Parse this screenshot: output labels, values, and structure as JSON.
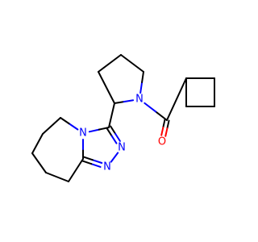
{
  "diagram": {
    "type": "skeletal-formula",
    "colors": {
      "bond": "#000000",
      "nitrogen": "#0000ff",
      "oxygen": "#ff0000"
    },
    "atoms": [
      {
        "id": "o1",
        "element": "O",
        "label": "O"
      },
      {
        "id": "n_pyr",
        "element": "N",
        "label": "N"
      },
      {
        "id": "n_fuse",
        "element": "N",
        "label": "N"
      },
      {
        "id": "n_t2",
        "element": "N",
        "label": "N"
      },
      {
        "id": "n_t3",
        "element": "N",
        "label": "N"
      }
    ],
    "bond_count": 26
  }
}
